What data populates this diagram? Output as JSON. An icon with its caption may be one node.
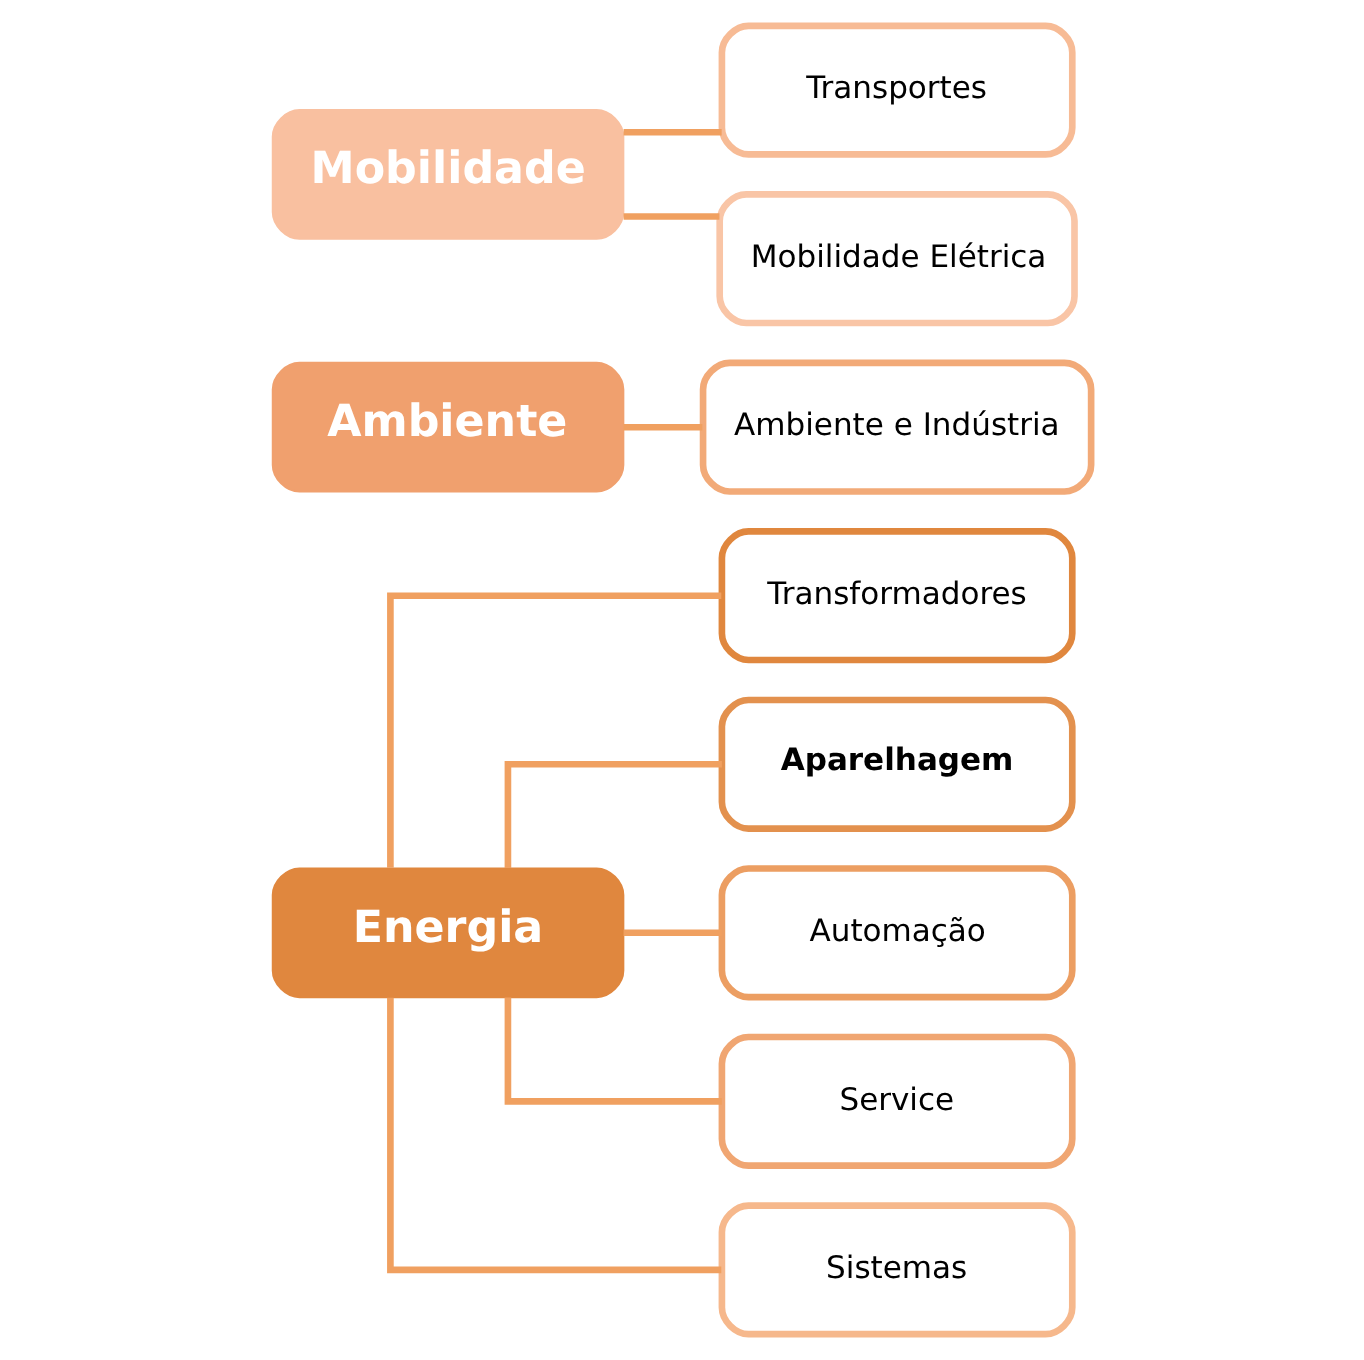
{
  "diagram": {
    "nodes": [
      {
        "text": [
          "Energia"
        ]
      },
      {
        "text": [
          "Transformadores"
        ]
      },
      {
        "text": [
          "Aparelhagem"
        ]
      },
      {
        "text": [
          "Automação"
        ]
      },
      {
        "text": [
          "Service"
        ]
      },
      {
        "text": [
          "Sistemas"
        ]
      },
      {
        "text": [
          "Ambiente"
        ]
      },
      {
        "text": [
          "Ambiente e Indústria"
        ]
      },
      {
        "text": [
          "Mobilidade"
        ]
      },
      {
        "text": [
          "Transportes"
        ]
      },
      {
        "text": [
          "Mobilidade Elétrica"
        ]
      }
    ],
    "edges": [
      {
        "from": 0,
        "to": 1,
        "arrow": "none"
      },
      {
        "from": 0,
        "to": 2,
        "arrow": "none"
      },
      {
        "from": 0,
        "to": 3,
        "arrow": "none"
      },
      {
        "from": 0,
        "to": 4,
        "arrow": "none"
      },
      {
        "from": 0,
        "to": 5,
        "arrow": "none"
      },
      {
        "from": 6,
        "to": 7,
        "arrow": "none"
      },
      {
        "from": 8,
        "to": 9,
        "arrow": "none"
      },
      {
        "from": 8,
        "to": 10,
        "arrow": "none"
      }
    ]
  }
}
